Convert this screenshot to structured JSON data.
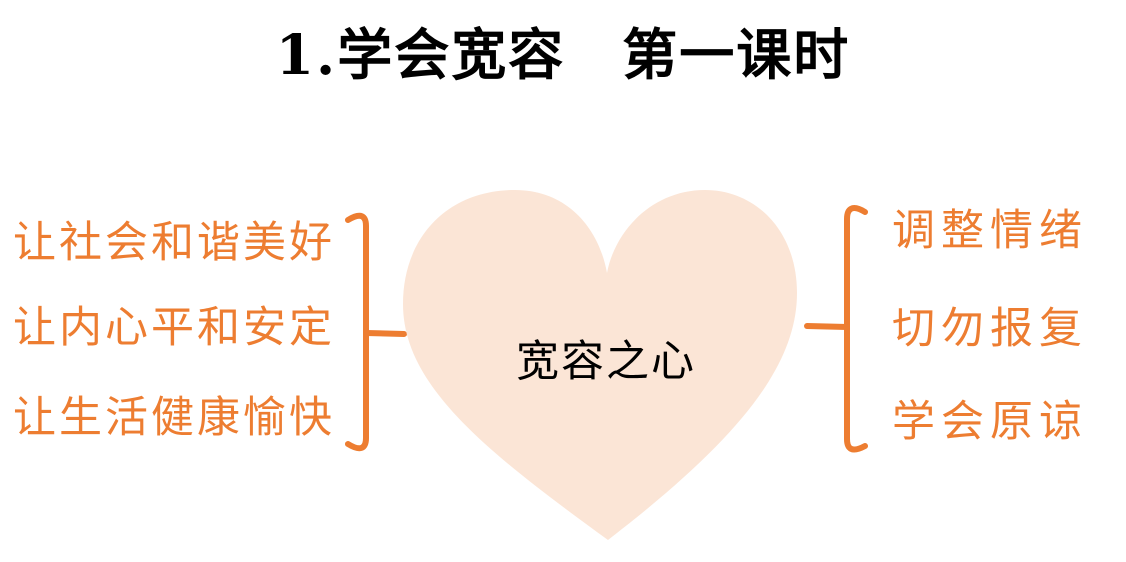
{
  "title": "1.学会宽容　第一课时",
  "colors": {
    "accent": "#ED7D31",
    "text": "#000000"
  },
  "heart": {
    "fill": "#FBE5D6",
    "label": "宽容之心"
  },
  "left_group": {
    "items": [
      "让社会和谐美好",
      "让内心平和安定",
      "让生活健康愉快"
    ]
  },
  "right_group": {
    "items": [
      "调整情绪",
      "切勿报复",
      "学会原谅"
    ]
  }
}
